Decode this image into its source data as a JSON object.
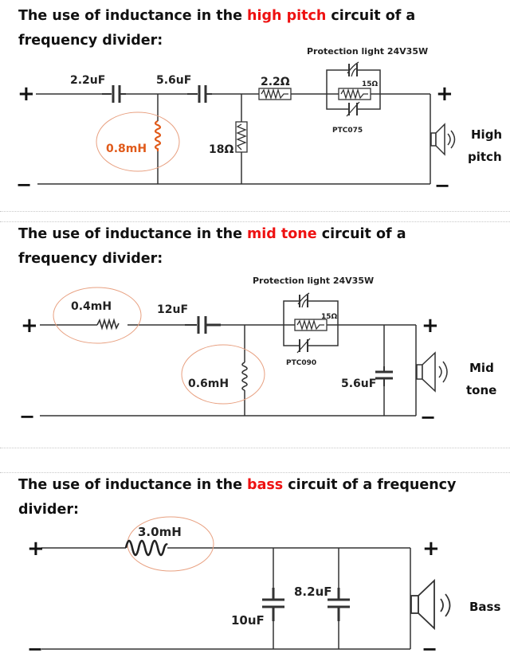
{
  "sections": {
    "high": {
      "heading": {
        "prefix": "The use of inductance in the ",
        "highlight": "high pitch",
        "suffix": " circuit of a",
        "line2": "frequency divider:"
      },
      "protection_label": "Protection light 24V35W",
      "components": {
        "c1": "2.2uF",
        "c2": "5.6uF",
        "r_series": "2.2Ω",
        "r_parallel": "15Ω",
        "ptc": "PTC075",
        "inductor": "0.8mH",
        "r_shunt": "18Ω"
      },
      "speaker_label": [
        "High",
        "pitch"
      ],
      "plus": "+",
      "minus": "−"
    },
    "mid": {
      "heading": {
        "prefix": "The use of inductance in the ",
        "highlight": "mid tone",
        "suffix": " circuit of a",
        "line2": "frequency divider:"
      },
      "protection_label": "Protection light 24V35W",
      "components": {
        "l_series": "0.4mH",
        "c_series": "12uF",
        "r_parallel": "15Ω",
        "ptc": "PTC090",
        "l_shunt": "0.6mH",
        "c_shunt": "5.6uF"
      },
      "speaker_label": [
        "Mid",
        "tone"
      ],
      "plus": "+",
      "minus": "−"
    },
    "bass": {
      "heading": {
        "prefix": "The use of inductance in the ",
        "highlight": "bass",
        "suffix": " circuit of a frequency",
        "line2": "divider:"
      },
      "components": {
        "l_series": "3.0mH",
        "c1": "10uF",
        "c2": "8.2uF"
      },
      "speaker_label": [
        "Bass"
      ],
      "plus": "+",
      "minus": "−"
    }
  },
  "colors": {
    "highlight": "#ee1111",
    "inductor_emphasis": "#e05a1a",
    "circle": "#e8a080",
    "wire": "#333333"
  }
}
